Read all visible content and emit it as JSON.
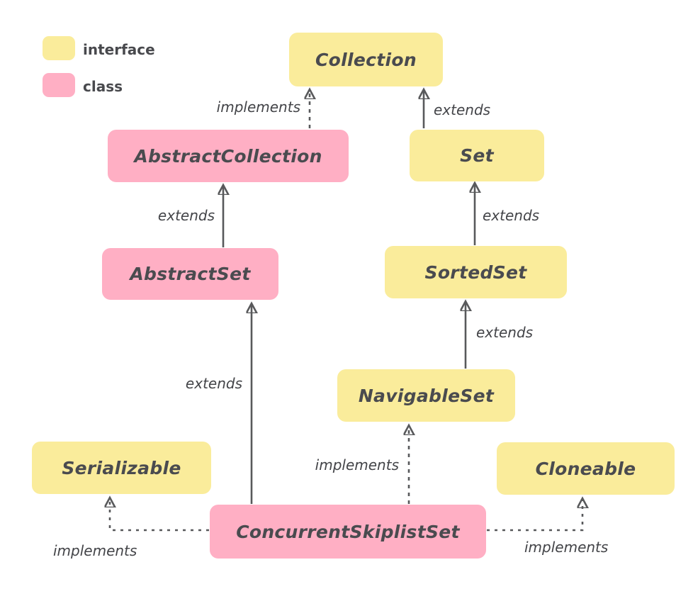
{
  "title": "Java Set hierarchy diagram (ConcurrentSkiplistSet)",
  "colors": {
    "interface_fill": "#FAEC9B",
    "class_fill": "#FFAFC4",
    "node_text": "#4A4B4F",
    "edge_stroke": "#58595B",
    "edge_label_text": "#434448",
    "background": "#FFFFFF"
  },
  "legend": {
    "items": [
      {
        "label": "interface",
        "type": "interface"
      },
      {
        "label": "class",
        "type": "class"
      }
    ]
  },
  "diagram": {
    "nodes": [
      {
        "id": "collection",
        "label": "Collection",
        "type": "interface"
      },
      {
        "id": "abstract-collection",
        "label": "AbstractCollection",
        "type": "class"
      },
      {
        "id": "set",
        "label": "Set",
        "type": "interface"
      },
      {
        "id": "abstract-set",
        "label": "AbstractSet",
        "type": "class"
      },
      {
        "id": "sorted-set",
        "label": "SortedSet",
        "type": "interface"
      },
      {
        "id": "navigable-set",
        "label": "NavigableSet",
        "type": "interface"
      },
      {
        "id": "serializable",
        "label": "Serializable",
        "type": "interface"
      },
      {
        "id": "cloneable",
        "label": "Cloneable",
        "type": "interface"
      },
      {
        "id": "concurrent-skiplist-set",
        "label": "ConcurrentSkiplistSet",
        "type": "class"
      }
    ],
    "edges": [
      {
        "from": "AbstractCollection",
        "to": "Collection",
        "label": "implements",
        "style": "dashed"
      },
      {
        "from": "Set",
        "to": "Collection",
        "label": "extends",
        "style": "solid"
      },
      {
        "from": "AbstractSet",
        "to": "AbstractCollection",
        "label": "extends",
        "style": "solid"
      },
      {
        "from": "SortedSet",
        "to": "Set",
        "label": "extends",
        "style": "solid"
      },
      {
        "from": "NavigableSet",
        "to": "SortedSet",
        "label": "extends",
        "style": "solid"
      },
      {
        "from": "ConcurrentSkiplistSet",
        "to": "AbstractSet",
        "label": "extends",
        "style": "solid"
      },
      {
        "from": "ConcurrentSkiplistSet",
        "to": "NavigableSet",
        "label": "implements",
        "style": "dashed"
      },
      {
        "from": "ConcurrentSkiplistSet",
        "to": "Serializable",
        "label": "implements",
        "style": "dashed"
      },
      {
        "from": "ConcurrentSkiplistSet",
        "to": "Cloneable",
        "label": "implements",
        "style": "dashed"
      }
    ]
  }
}
